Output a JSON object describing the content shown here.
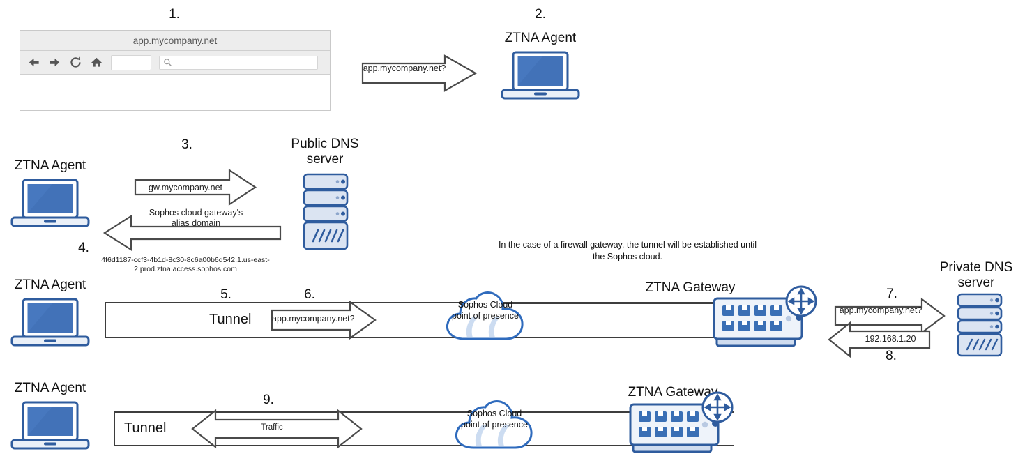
{
  "diagram": {
    "title": "ZTNA connection flow",
    "colors": {
      "device_blue": "#2f5c9e",
      "device_fill": "#4272b8",
      "outline_dark": "#3d3d3d",
      "browser_chrome": "#ededed"
    },
    "browser": {
      "title": "app.mycompany.net",
      "address_value": "",
      "search_value": "",
      "toolbar_icons": [
        "back-icon",
        "forward-icon",
        "reload-icon",
        "home-icon",
        "search-icon"
      ]
    },
    "steps": {
      "s1": "1.",
      "s2": "2.",
      "s3": "3.",
      "s4": "4.",
      "s5": "5.",
      "s6": "6.",
      "s7": "7.",
      "s8": "8.",
      "s9": "9."
    },
    "labels": {
      "ztna_agent": "ZTNA Agent",
      "ztna_gateway": "ZTNA Gateway",
      "public_dns": "Public DNS\nserver",
      "private_dns": "Private DNS\nserver",
      "sophos_cloud": "Sophos Cloud\npoint of presence",
      "tunnel": "Tunnel"
    },
    "messages": {
      "m1_request": "app.mycompany.net?",
      "m3_query": "gw.mycompany.net",
      "m4_caption": "Sophos cloud gateway's\nalias domain",
      "m4_answer": "4f6d1187-ccf3-4b1d-8c30-8c6a00b6d542.1.us-east-2.prod.ztna.access.sophos.com",
      "m6_request": "app.mycompany.net?",
      "m7_request": "app.mycompany.net?",
      "m8_answer": "192.168.1.20",
      "m9_traffic": "Traffic"
    },
    "note": "In the case of a firewall gateway, the tunnel will be established until the Sophos cloud."
  }
}
